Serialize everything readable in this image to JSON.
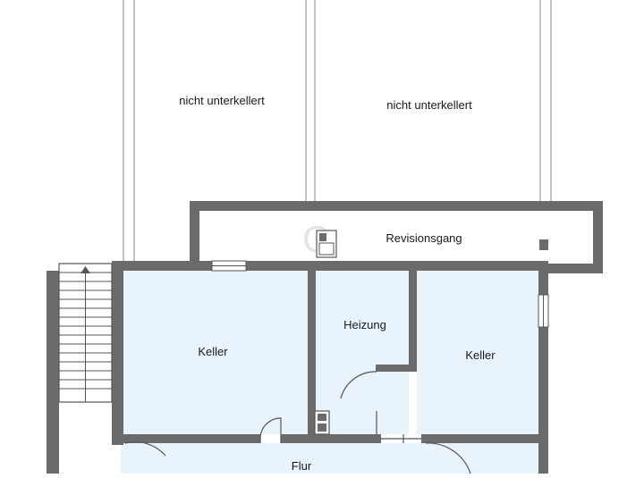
{
  "floorplan": {
    "colors": {
      "wall": "#6b6b6b",
      "room_fill": "#e9f3fb",
      "line": "#555555",
      "watermark": "#e4e4e4"
    },
    "watermark": "G",
    "labels": {
      "unexcavated_left": "nicht unterkellert",
      "unexcavated_right": "nicht unterkellert",
      "inspection_corridor": "Revisionsgang",
      "basement_left": "Keller",
      "heating": "Heizung",
      "basement_right": "Keller",
      "hallway": "Flur"
    }
  }
}
